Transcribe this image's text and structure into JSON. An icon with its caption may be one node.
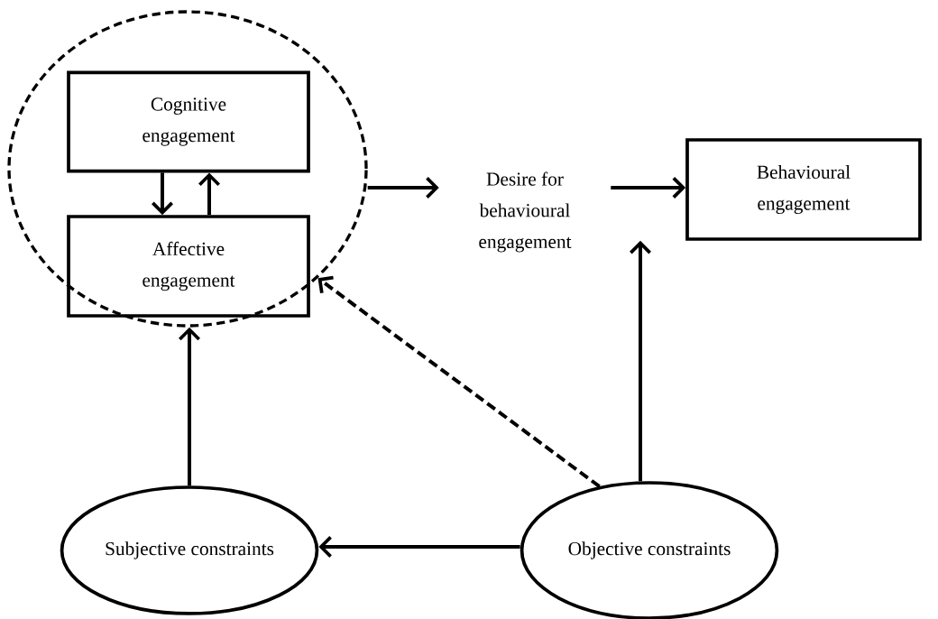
{
  "diagram": {
    "nodes": [
      {
        "text": [],
        "shape": "circle"
      },
      {
        "text": [
          "Cognitive engagement"
        ],
        "in": 0
      },
      {
        "text": [
          "Affective engagement"
        ],
        "in": 0
      },
      {
        "text": [
          "Desire for behavioural engagement"
        ]
      },
      {
        "text": [
          "Behavioural engagement"
        ]
      },
      {
        "text": [
          "Subjective constraints"
        ]
      },
      {
        "text": [
          "Objective constraints"
        ]
      }
    ],
    "edges": [
      {
        "from": 1,
        "to": 2,
        "arrow": "to"
      },
      {
        "from": 2,
        "to": 1,
        "arrow": "to"
      },
      {
        "from": 0,
        "to": 3,
        "arrow": "to"
      },
      {
        "from": 3,
        "to": 4,
        "arrow": "to"
      },
      {
        "from": 6,
        "to": 4,
        "arrow": "to"
      },
      {
        "from": 6,
        "to": 0,
        "arrow": "to",
        "style": "dashed"
      },
      {
        "from": 6,
        "to": 5,
        "arrow": "to"
      },
      {
        "from": 5,
        "to": 0,
        "arrow": "to"
      }
    ]
  }
}
